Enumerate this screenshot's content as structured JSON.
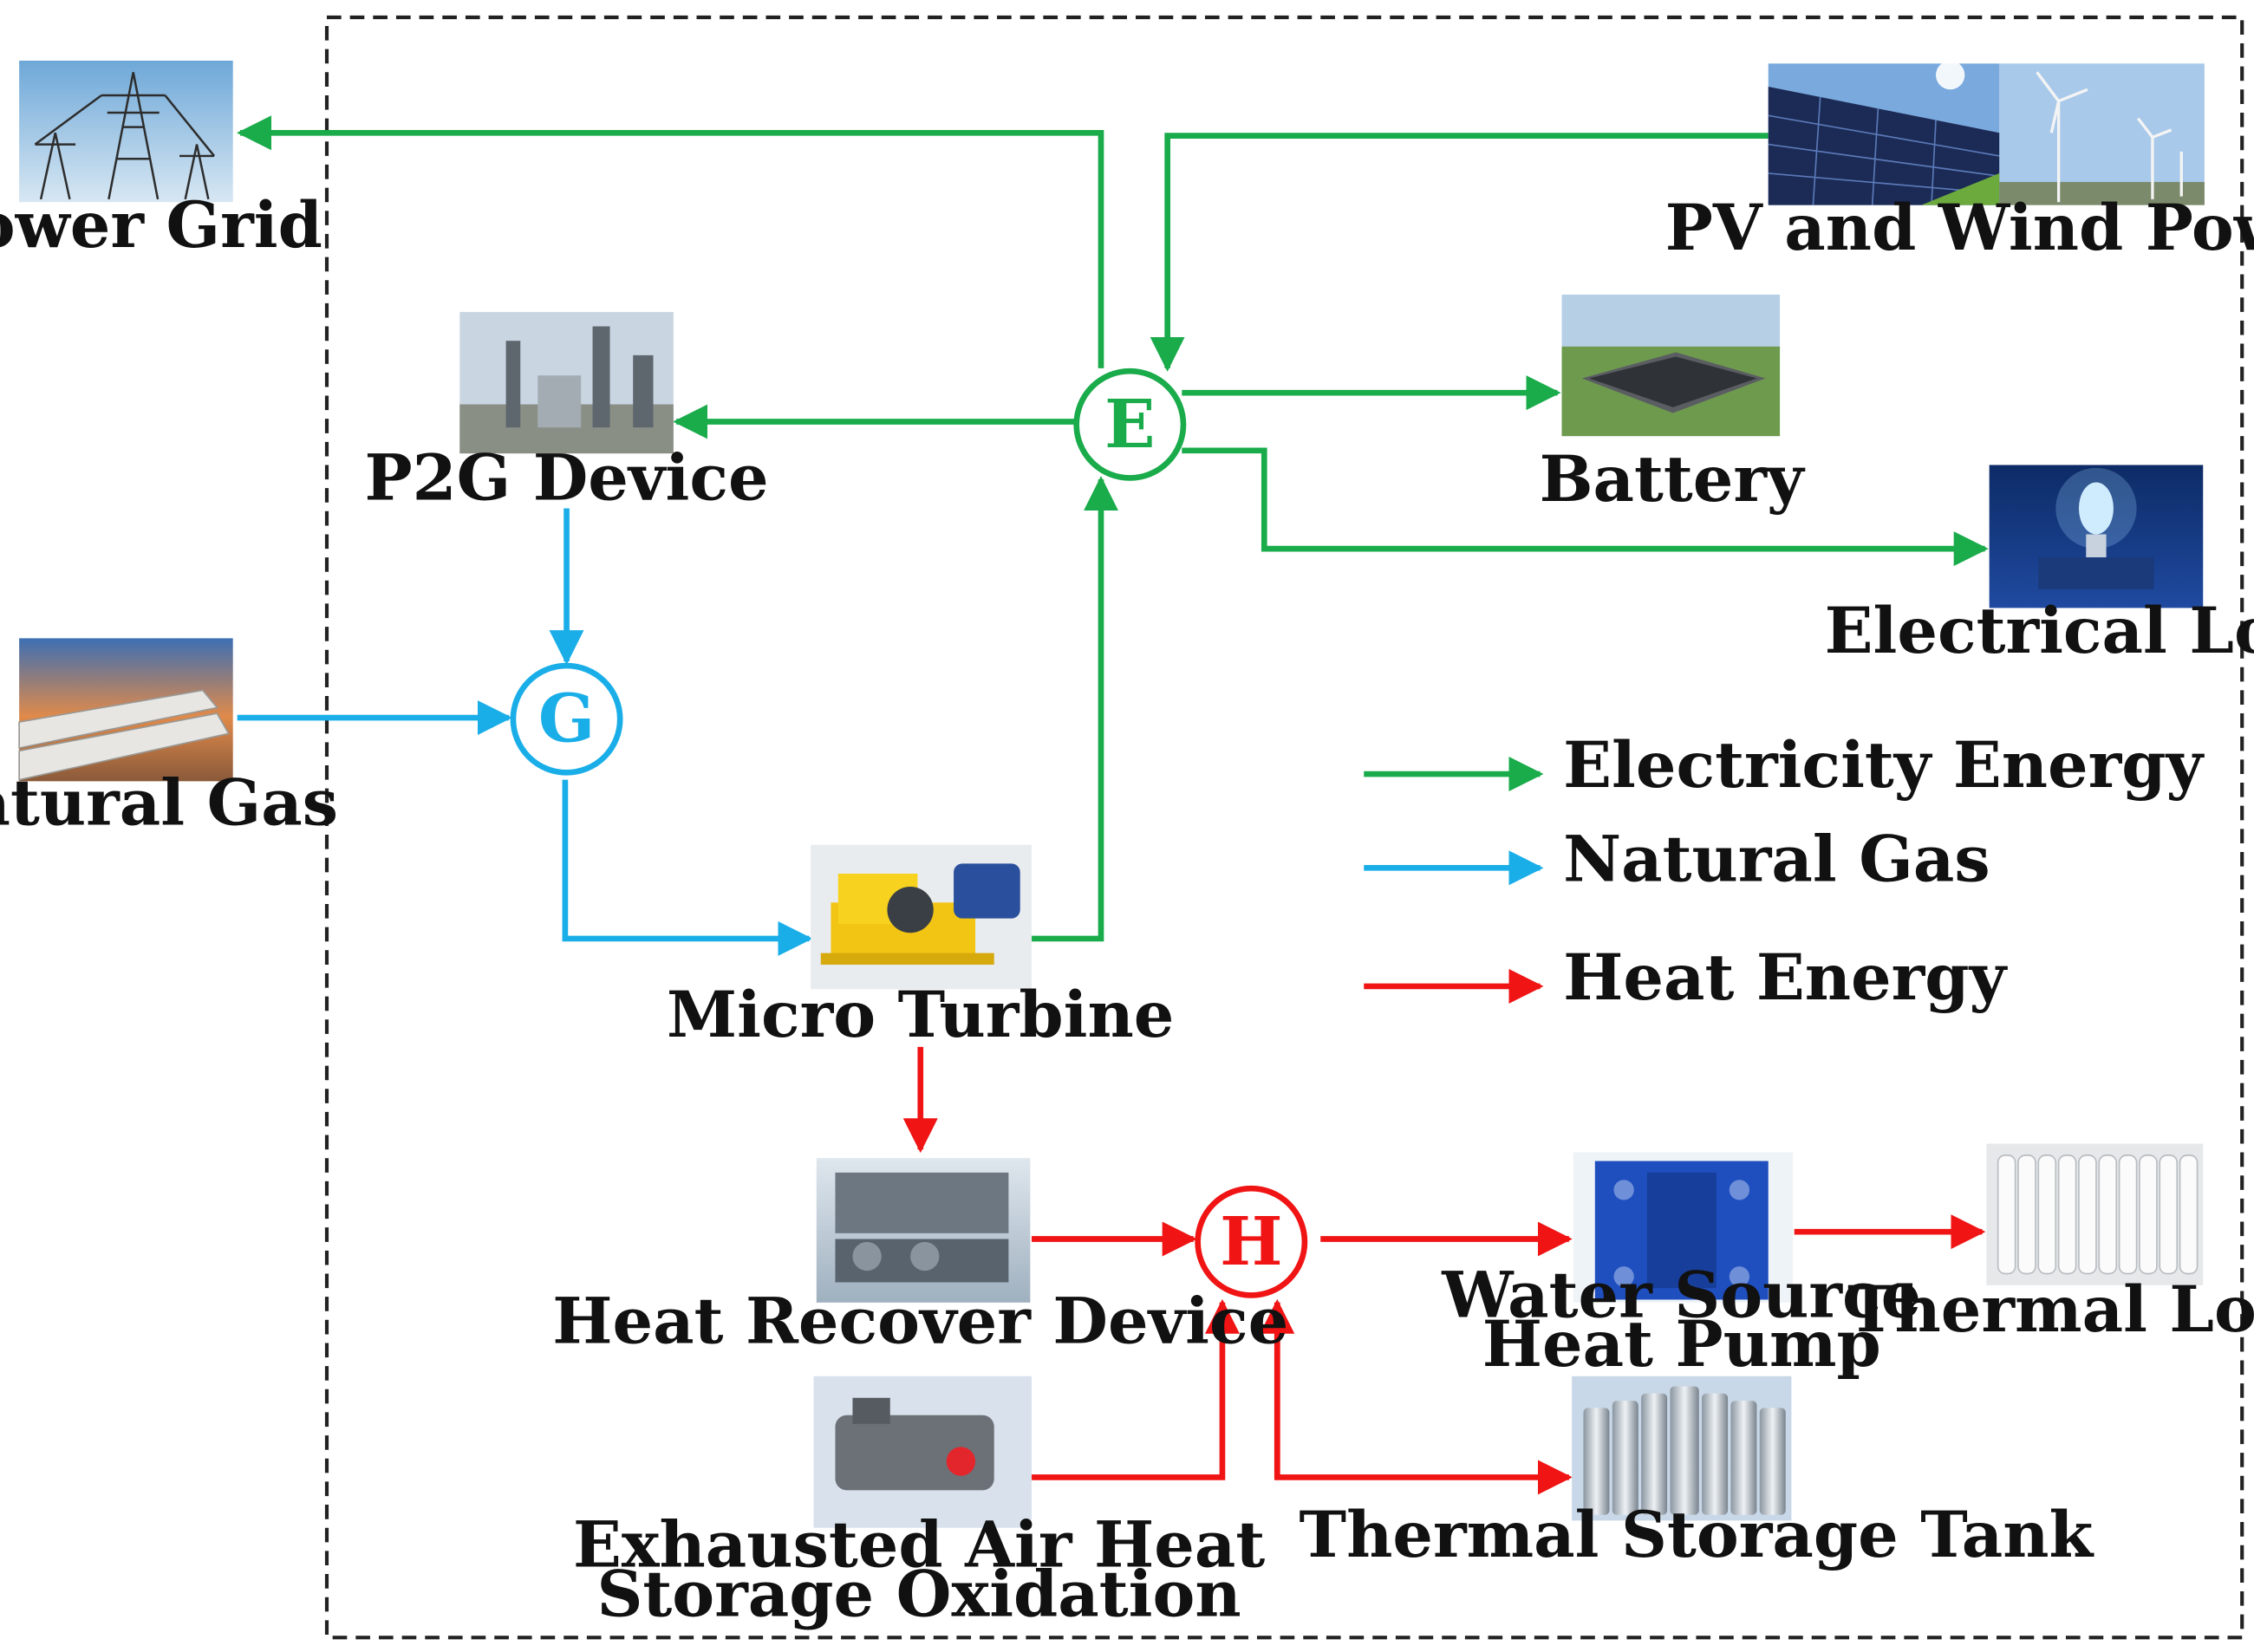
{
  "colors": {
    "electricity": "#1aab4b",
    "gas": "#1aaee8",
    "heat": "#f01414",
    "boundary": "#222222"
  },
  "nodes": {
    "electric_hub": "E",
    "gas_hub": "G",
    "heat_hub": "H"
  },
  "labels": {
    "power_grid": "Power Grid",
    "pv_wind": "PV and Wind Power",
    "p2g": "P2G Device",
    "battery": "Battery",
    "electrical_load": "Electrical Load",
    "natural_gas": "Natural Gas",
    "micro_turbine": "Micro Turbine",
    "heat_recover": "Heat Recover Device",
    "water_source_1": "Water Source",
    "water_source_2": "Heat Pump",
    "thermal_load": "Thermal Load",
    "exhausted_1": "Exhausted Air Heat",
    "exhausted_2": "Storage Oxidation",
    "thermal_storage": "Thermal Storage Tank"
  },
  "legend": {
    "electricity": "Electricity Energy",
    "gas": "Natural Gas",
    "heat": "Heat Energy"
  }
}
